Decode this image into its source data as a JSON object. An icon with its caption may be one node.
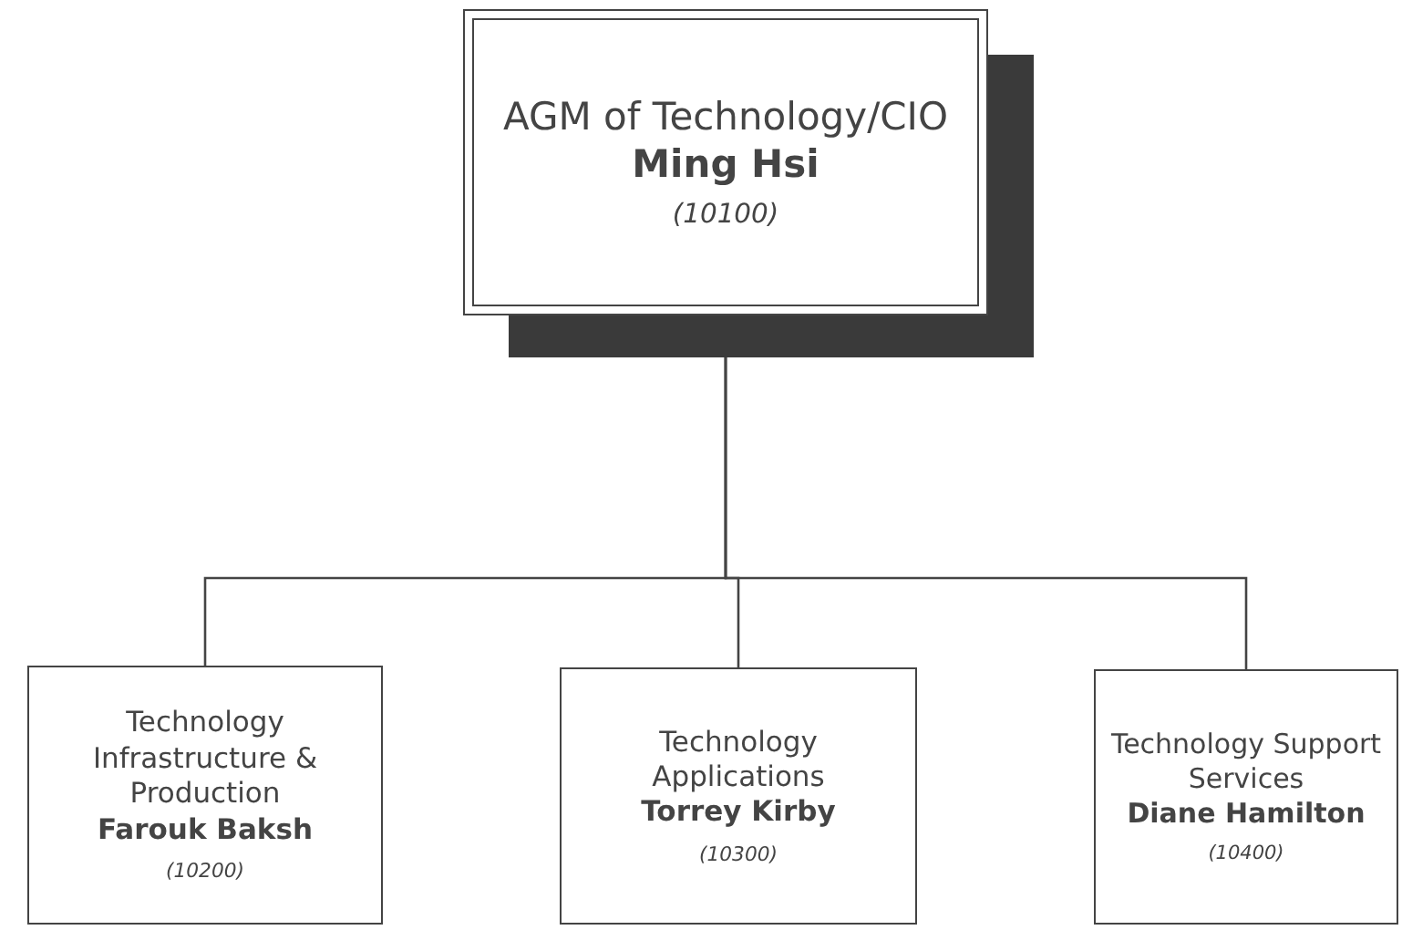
{
  "diagram": {
    "nodes": [
      {
        "text": [
          "AGM of Technology/CIO",
          "Ming Hsi",
          "(10100)"
        ]
      },
      {
        "text": [
          "Technology Infrastructure & Production",
          "Farouk Baksh",
          "(10200)"
        ]
      },
      {
        "text": [
          "Technology Applications",
          "Torrey Kirby",
          "(10300)"
        ]
      },
      {
        "text": [
          "Technology Support Services",
          "Diane Hamilton",
          "(10400)"
        ]
      }
    ],
    "edges": [
      {
        "from": 0,
        "to": 1,
        "arrow": "none"
      },
      {
        "from": 0,
        "to": 2,
        "arrow": "none"
      },
      {
        "from": 0,
        "to": 3,
        "arrow": "none"
      }
    ]
  }
}
